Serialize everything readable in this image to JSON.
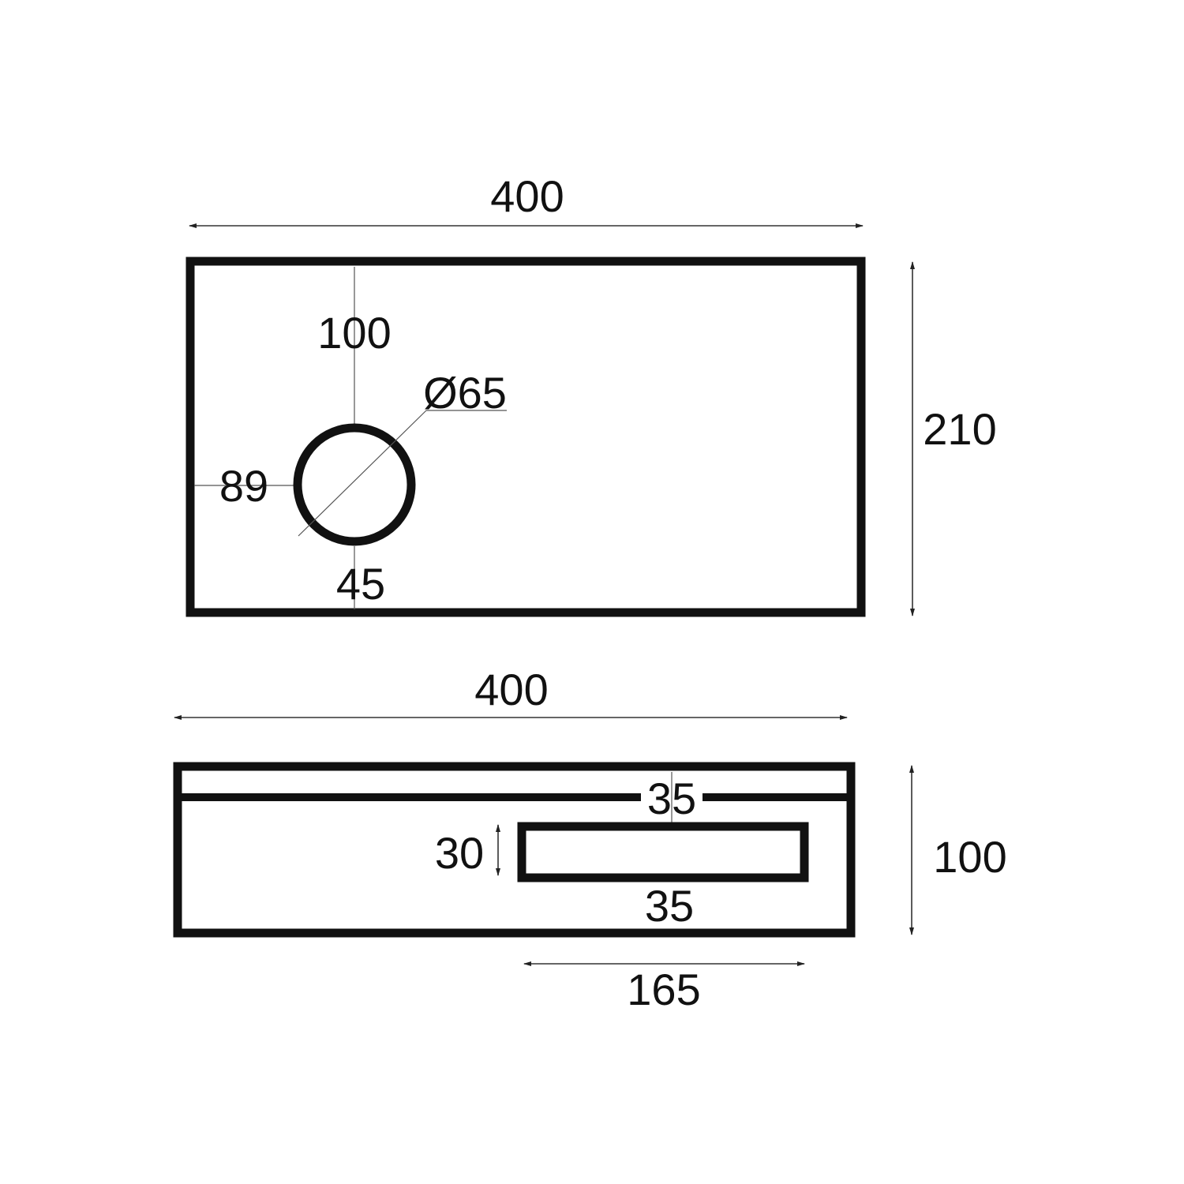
{
  "colors": {
    "line": "#111111",
    "background": "#ffffff"
  },
  "top_view": {
    "width_label": "400",
    "height_label": "210",
    "hole_from_top_label": "100",
    "hole_diameter_label": "Ø65",
    "hole_from_left_label": "89",
    "hole_from_bottom_label": "45"
  },
  "front_view": {
    "width_label": "400",
    "height_label": "100",
    "slot_from_top_label": "35",
    "slot_height_label": "30",
    "slot_from_bottom_label": "35",
    "slot_width_label": "165"
  }
}
